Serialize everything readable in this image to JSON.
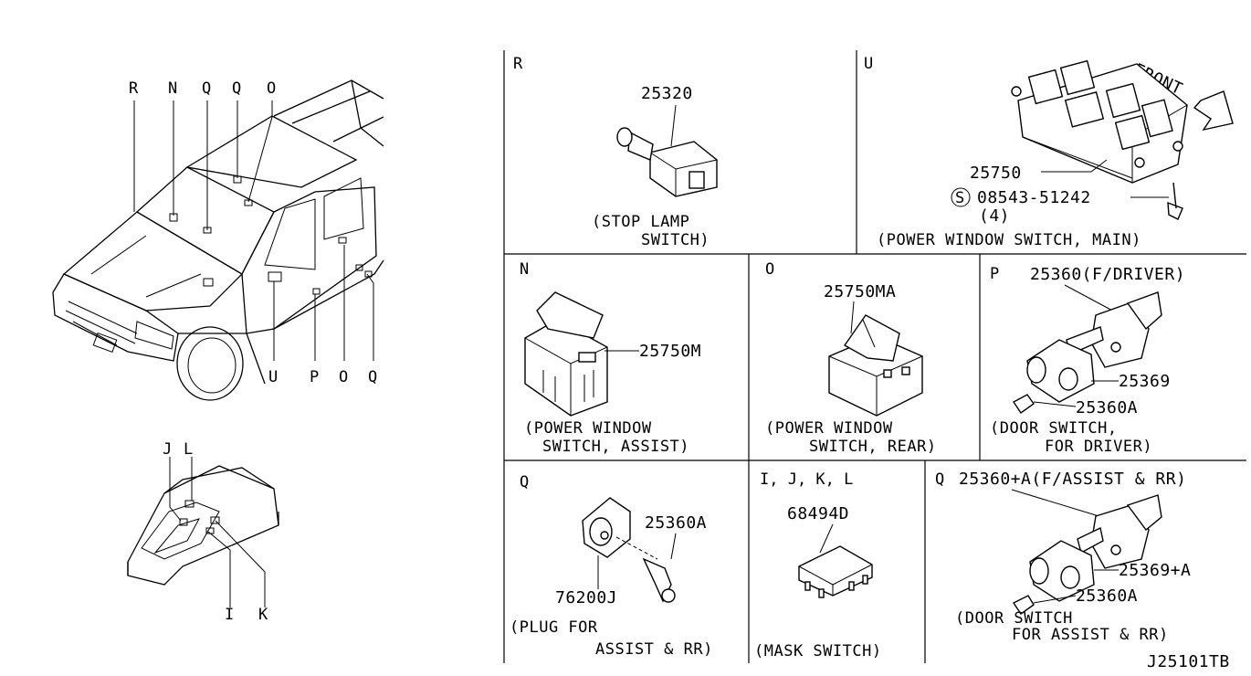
{
  "overview": {
    "top_letters": [
      "R",
      "N",
      "Q",
      "Q",
      "O"
    ],
    "bottom_letters": [
      "U",
      "P",
      "O",
      "Q"
    ],
    "console_top_letters": [
      "J",
      "L"
    ],
    "console_bottom_letters": [
      "I",
      "K"
    ]
  },
  "cells": {
    "R": {
      "letter": "R",
      "part": "25320",
      "caption1": "(STOP LAMP",
      "caption2": "SWITCH)"
    },
    "U": {
      "letter": "U",
      "part": "25750",
      "screw_symbol": "S",
      "screw": "08543-51242",
      "qty": "(4)",
      "front": "FRONT",
      "caption": "(POWER WINDOW SWITCH, MAIN)"
    },
    "N": {
      "letter": "N",
      "part": "25750M",
      "caption1": "(POWER WINDOW",
      "caption2": "SWITCH, ASSIST)"
    },
    "O": {
      "letter": "O",
      "part": "25750MA",
      "caption1": "(POWER WINDOW",
      "caption2": "SWITCH, REAR)"
    },
    "P": {
      "letter": "P",
      "part1": "25360(F/DRIVER)",
      "part2": "25369",
      "part3": "25360A",
      "caption1": "(DOOR SWITCH,",
      "caption2": "FOR DRIVER)"
    },
    "Q1": {
      "letter": "Q",
      "part1": "25360A",
      "part2": "76200J",
      "caption1": "(PLUG FOR",
      "caption2": "ASSIST & RR)"
    },
    "IJKL": {
      "letter": "I, J, K, L",
      "part": "68494D",
      "caption": "(MASK SWITCH)"
    },
    "Q2": {
      "letter": "Q",
      "part1": "25360+A(F/ASSIST & RR)",
      "part2": "25369+A",
      "part3": "25360A",
      "caption1": "(DOOR SWITCH",
      "caption2": "FOR ASSIST & RR)"
    }
  },
  "footer": {
    "code": "J25101TB"
  }
}
